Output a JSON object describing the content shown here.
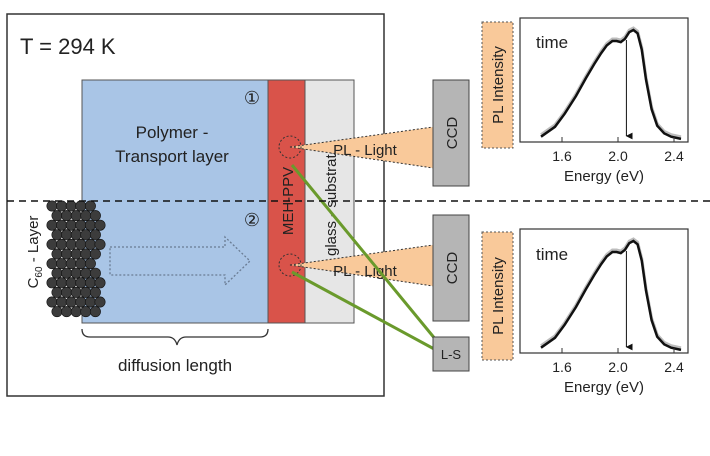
{
  "setup": {
    "temperature_label": "T = 294 K",
    "polymer_label_line1": "Polymer -",
    "polymer_label_line2": "Transport layer",
    "marker_1": "①",
    "marker_2": "②",
    "meh_ppv_label": "MEH-PPV",
    "glass_label": "glass - substrate",
    "c60_label_prefix": "C",
    "c60_label_subscript": "60",
    "c60_label_suffix": " - Layer",
    "diffusion_length_label": "diffusion length"
  },
  "optics": {
    "pl_light_label": "PL - Light",
    "ccd_label": "CCD",
    "ls_label": "L-S"
  },
  "colors": {
    "polymer_fill": "#a9c5e6",
    "meh_ppv_fill": "#d9534a",
    "glass_fill": "#e6e6e6",
    "cone_fill": "#f9c99a",
    "detector_fill": "#b5b5b5",
    "laser_line": "#6a9a2c",
    "c60_sphere": "#3c3c3c"
  },
  "chart_data": [
    {
      "type": "line",
      "title": "",
      "annotation": "time",
      "xlabel": "Energy (eV)",
      "ylabel": "PL Intensity",
      "xticks": [
        "1.6",
        "2.0",
        "2.4"
      ],
      "xlim": [
        1.3,
        2.5
      ],
      "ylim": [
        0,
        1
      ],
      "arrow_at_x": 2.06,
      "x": [
        1.45,
        1.55,
        1.62,
        1.7,
        1.77,
        1.83,
        1.88,
        1.92,
        1.96,
        1.99,
        2.02,
        2.05,
        2.08,
        2.11,
        2.14,
        2.17,
        2.2,
        2.24,
        2.28,
        2.33,
        2.38,
        2.45
      ],
      "y": [
        0.03,
        0.12,
        0.24,
        0.4,
        0.56,
        0.69,
        0.79,
        0.86,
        0.9,
        0.9,
        0.89,
        0.92,
        0.98,
        1.0,
        0.97,
        0.82,
        0.55,
        0.28,
        0.13,
        0.06,
        0.03,
        0.01
      ]
    },
    {
      "type": "line",
      "title": "",
      "annotation": "time",
      "xlabel": "Energy (eV)",
      "ylabel": "PL Intensity",
      "xticks": [
        "1.6",
        "2.0",
        "2.4"
      ],
      "xlim": [
        1.3,
        2.5
      ],
      "ylim": [
        0,
        1
      ],
      "arrow_at_x": 2.06,
      "x": [
        1.45,
        1.55,
        1.62,
        1.7,
        1.77,
        1.83,
        1.88,
        1.92,
        1.96,
        1.99,
        2.02,
        2.05,
        2.08,
        2.11,
        2.14,
        2.17,
        2.2,
        2.24,
        2.28,
        2.33,
        2.38,
        2.45
      ],
      "y": [
        0.03,
        0.12,
        0.24,
        0.4,
        0.56,
        0.69,
        0.79,
        0.86,
        0.9,
        0.9,
        0.89,
        0.92,
        0.98,
        1.0,
        0.97,
        0.82,
        0.55,
        0.28,
        0.13,
        0.06,
        0.03,
        0.01
      ]
    }
  ]
}
